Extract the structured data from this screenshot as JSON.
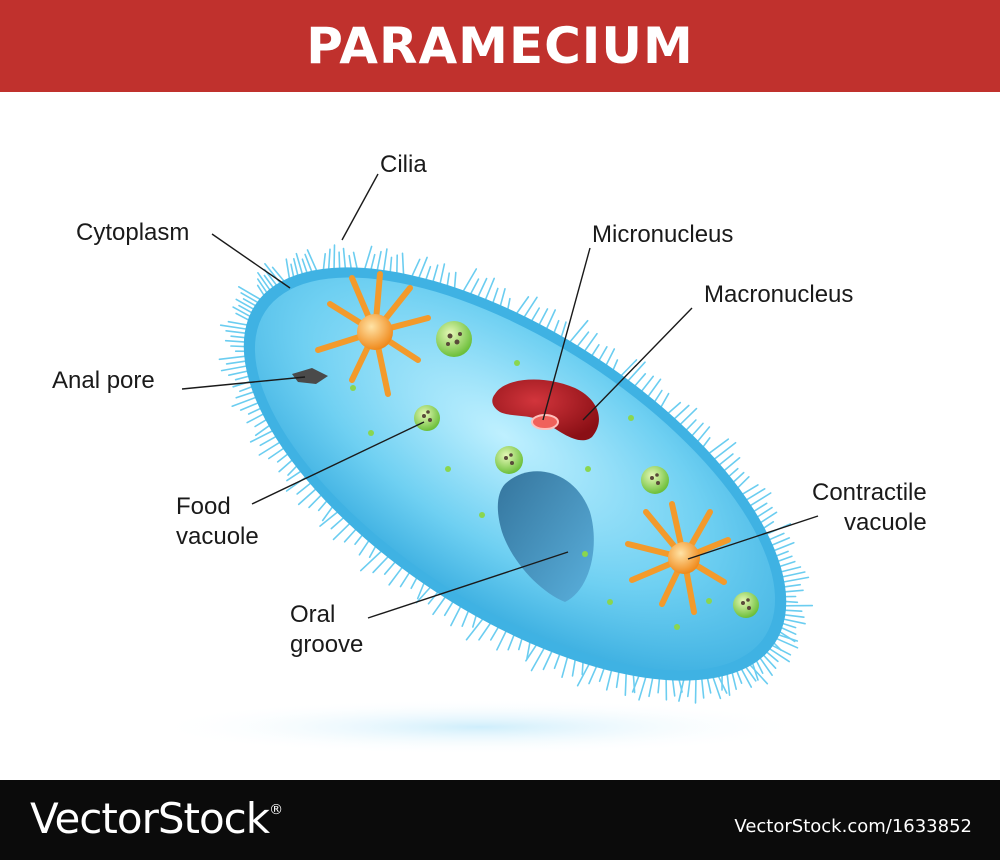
{
  "header": {
    "title": "PARAMECIUM"
  },
  "labels": {
    "cilia": "Cilia",
    "cytoplasm": "Cytoplasm",
    "anal_pore": "Anal pore",
    "food_vacuole_1": "Food",
    "food_vacuole_2": "vacuole",
    "micronucleus": "Micronucleus",
    "macronucleus": "Macronucleus",
    "contractile_vacuole_1": "Contractile",
    "contractile_vacuole_2": "vacuole",
    "oral_groove_1": "Oral",
    "oral_groove_2": "groove"
  },
  "footer": {
    "brand": "VectorStock",
    "registered_mark": "®",
    "stock_id": "VectorStock.com/1633852"
  },
  "colors": {
    "title_bar": "#c0312d",
    "cell_body": "#4fc3ea",
    "cilia": "#5cc8ef",
    "macronucleus": "#a3141b",
    "micronucleus": "#f0615b",
    "contractile_vacuole": "#f39a2b",
    "food_vacuole": "#7ac943",
    "footer_bg": "#0b0b0b"
  }
}
